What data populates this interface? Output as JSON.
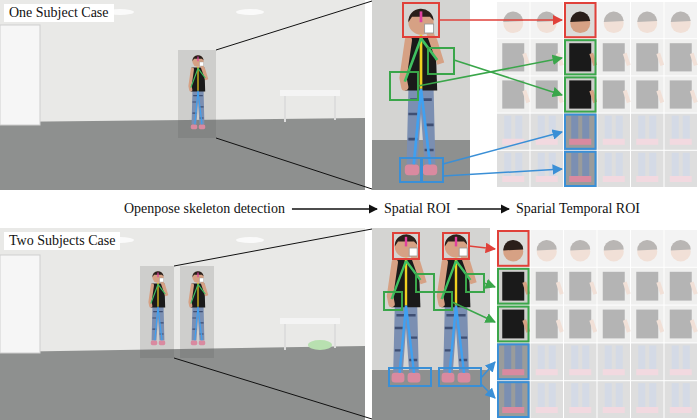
{
  "diagram": {
    "nodes": [
      {
        "text": [
          "One Subject Case"
        ]
      },
      {
        "text": [
          "Openpose skeleton detection"
        ]
      },
      {
        "text": [
          "Spatial ROI"
        ]
      },
      {
        "text": [
          "Sparial Temporal ROI"
        ]
      },
      {
        "text": [
          "Two Subjects Case"
        ]
      }
    ],
    "edges": [
      {
        "from": 1,
        "to": 2,
        "arrow": "to"
      },
      {
        "from": 2,
        "to": 3,
        "arrow": "to"
      }
    ]
  }
}
